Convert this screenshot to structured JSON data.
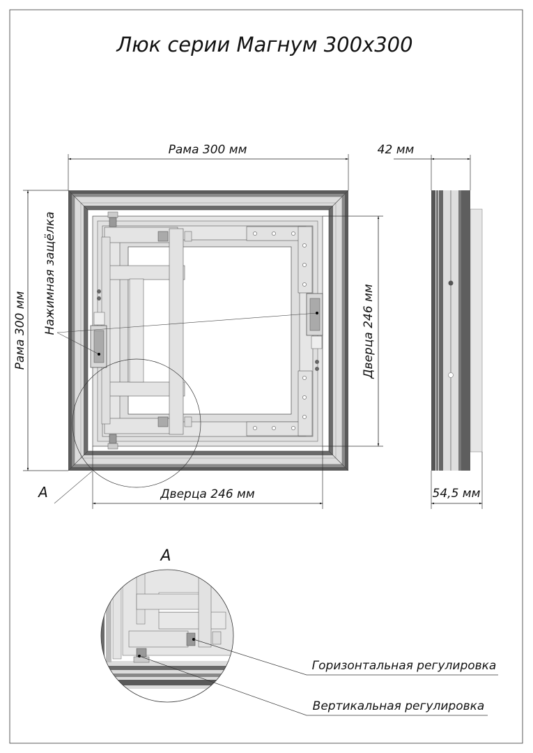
{
  "title": "Люк серии Магнум 300х300",
  "dimensions": {
    "frame_width": "Рама 300 мм",
    "frame_height": "Рама 300 мм",
    "door_width": "Дверца 246 мм",
    "door_height": "Дверца 246 мм",
    "frame_depth": "42 мм",
    "total_depth": "54,5 мм"
  },
  "callouts": {
    "latch": "Нажимная защёлка",
    "detail_marker": "A",
    "detail_title": "A",
    "horizontal_adjustment": "Горизонтальная регулировка",
    "vertical_adjustment": "Вертикальная регулировка"
  },
  "colors": {
    "frame_dark": "#5a5a5a",
    "frame_light": "#d9d9d9",
    "door": "#e2e2e2"
  }
}
